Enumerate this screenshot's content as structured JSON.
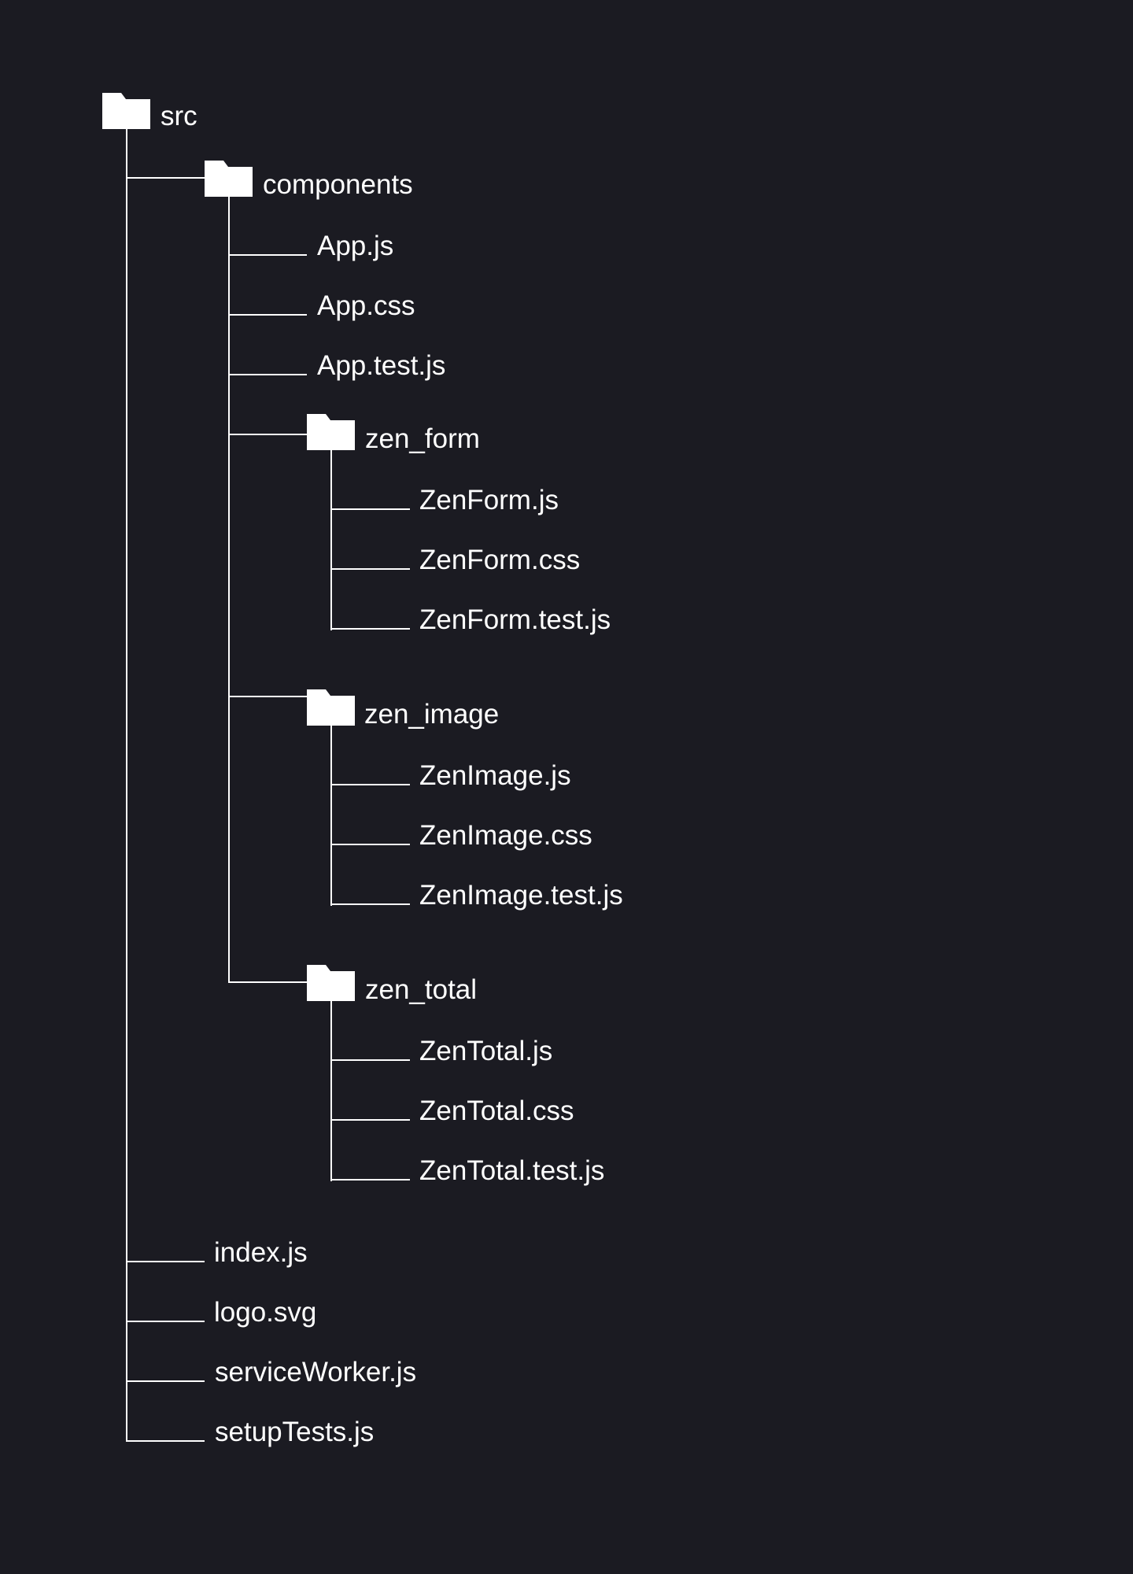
{
  "colors": {
    "background": "#1b1b22",
    "foreground": "#ffffff"
  },
  "tree": {
    "root": {
      "icon": "folder-icon",
      "label": "src"
    },
    "components": {
      "icon": "folder-icon",
      "label": "components",
      "files": [
        "App.js",
        "App.css",
        "App.test.js"
      ]
    },
    "zen_form": {
      "icon": "folder-icon",
      "label": "zen_form",
      "files": [
        "ZenForm.js",
        "ZenForm.css",
        "ZenForm.test.js"
      ]
    },
    "zen_image": {
      "icon": "folder-icon",
      "label": "zen_image",
      "files": [
        "ZenImage.js",
        "ZenImage.css",
        "ZenImage.test.js"
      ]
    },
    "zen_total": {
      "icon": "folder-icon",
      "label": "zen_total",
      "files": [
        "ZenTotal.js",
        "ZenTotal.css",
        "ZenTotal.test.js"
      ]
    },
    "root_files": [
      "index.js",
      "logo.svg",
      "serviceWorker.js",
      "setupTests.js"
    ]
  }
}
